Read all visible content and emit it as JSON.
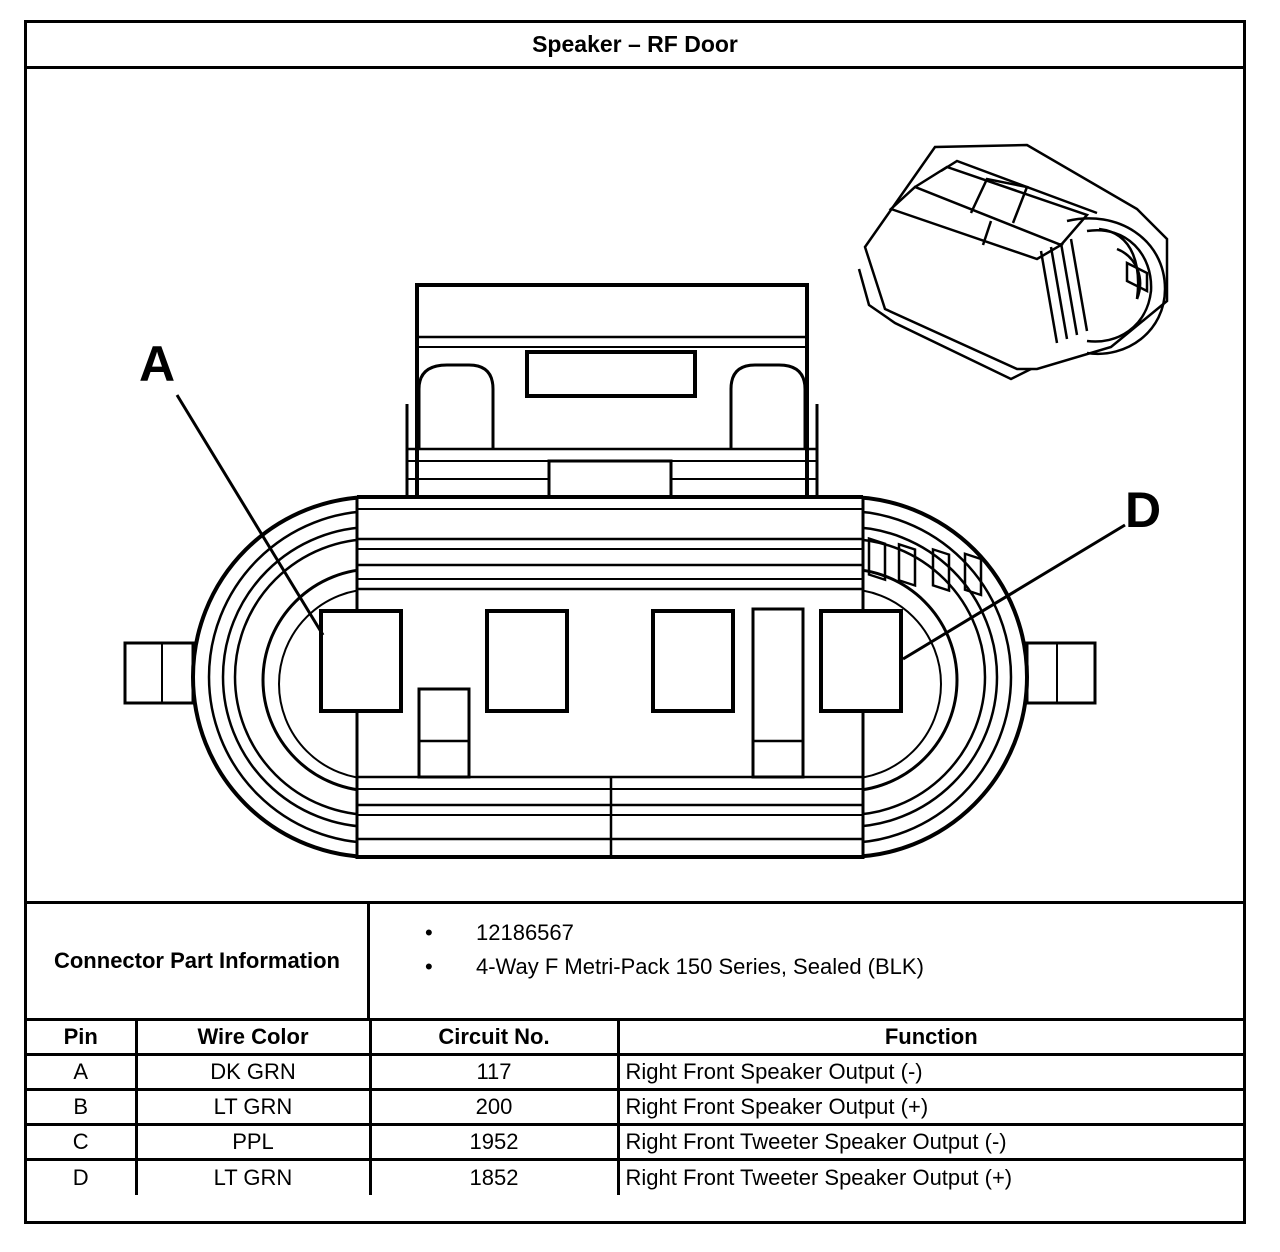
{
  "title": "Speaker – RF Door",
  "callouts": {
    "a": "A",
    "d": "D"
  },
  "connector_info": {
    "label": "Connector Part Information",
    "items": [
      "12186567",
      "4-Way F Metri-Pack 150 Series, Sealed (BLK)"
    ]
  },
  "table": {
    "headers": [
      "Pin",
      "Wire Color",
      "Circuit No.",
      "Function"
    ],
    "rows": [
      {
        "pin": "A",
        "wire_color": "DK GRN",
        "circuit": "117",
        "function": "Right Front Speaker Output (-)"
      },
      {
        "pin": "B",
        "wire_color": "LT GRN",
        "circuit": "200",
        "function": "Right Front Speaker Output (+)"
      },
      {
        "pin": "C",
        "wire_color": "PPL",
        "circuit": "1952",
        "function": "Right Front Tweeter Speaker Output (-)"
      },
      {
        "pin": "D",
        "wire_color": "LT GRN",
        "circuit": "1852",
        "function": "Right Front Tweeter Speaker Output (+)"
      }
    ]
  }
}
